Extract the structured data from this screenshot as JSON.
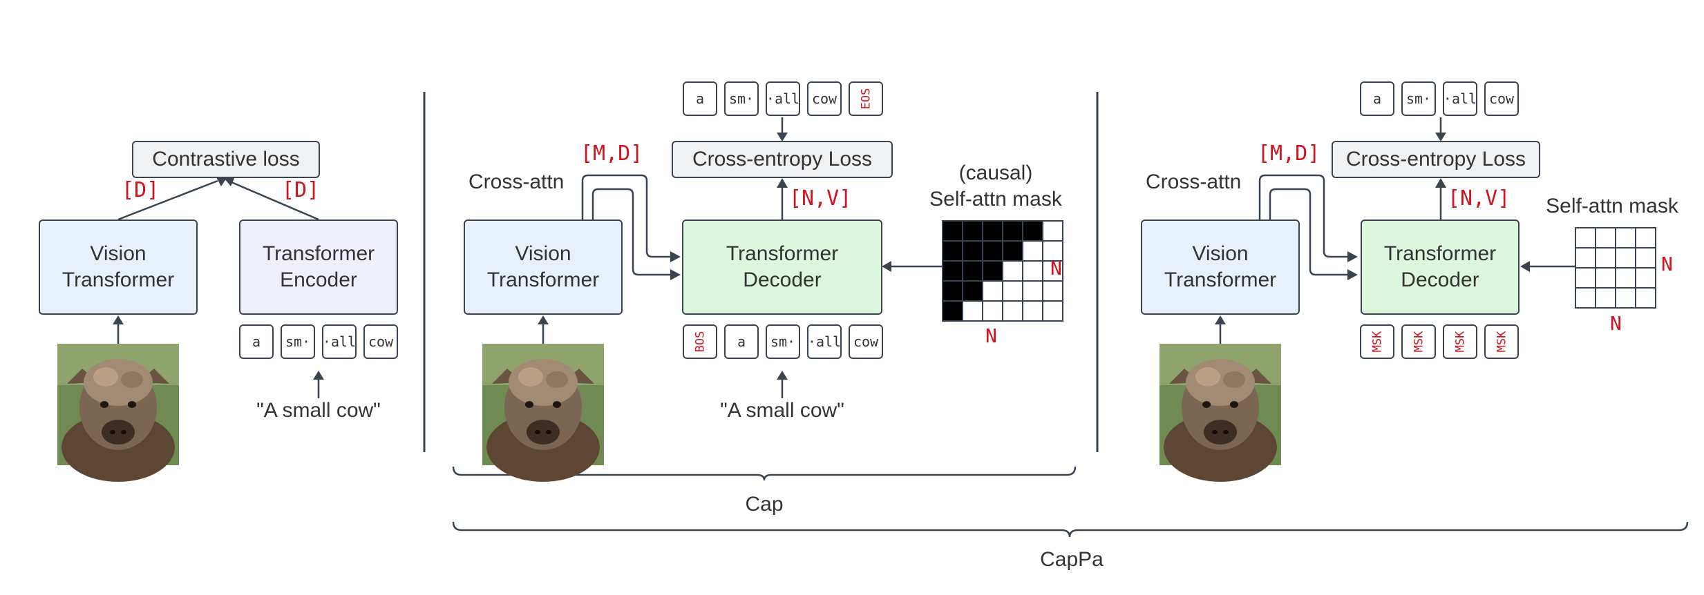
{
  "panel_contrastive": {
    "loss": "Contrastive loss",
    "vision": [
      "Vision",
      "Transformer"
    ],
    "encoder": [
      "Transformer",
      "Encoder"
    ],
    "dim_left": "[D]",
    "dim_right": "[D]",
    "tokens": [
      "a",
      "sm·",
      "·all",
      "cow"
    ],
    "caption": "\"A small cow\""
  },
  "panel_cap": {
    "loss": "Cross-entropy Loss",
    "vision": [
      "Vision",
      "Transformer"
    ],
    "decoder": [
      "Transformer",
      "Decoder"
    ],
    "cross_attn": "Cross-attn",
    "dim_md": "[M,D]",
    "dim_nv": "[N,V]",
    "mask_title": [
      "(causal)",
      "Self-attn mask"
    ],
    "mask_n_right": "N",
    "mask_n_bottom": "N",
    "target_tokens": [
      "a",
      "sm·",
      "·all",
      "cow"
    ],
    "target_eos": "EOS",
    "input_bos": "BOS",
    "input_tokens": [
      "a",
      "sm·",
      "·all",
      "cow"
    ],
    "caption": "\"A small cow\"",
    "brace_label": "Cap"
  },
  "panel_cappa": {
    "loss": "Cross-entropy Loss",
    "vision": [
      "Vision",
      "Transformer"
    ],
    "decoder": [
      "Transformer",
      "Decoder"
    ],
    "cross_attn": "Cross-attn",
    "dim_md": "[M,D]",
    "dim_nv": "[N,V]",
    "mask_title": "Self-attn mask",
    "mask_n_right": "N",
    "mask_n_bottom": "N",
    "target_tokens": [
      "a",
      "sm·",
      "·all",
      "cow"
    ],
    "input_tokens": [
      "MSK",
      "MSK",
      "MSK",
      "MSK"
    ],
    "brace_label": "CapPa"
  },
  "colors": {
    "accent_red": "#d0141f",
    "vision_fill": "#e8f1fb",
    "encoder_fill": "#efeefb",
    "decoder_fill": "#dcf7dd",
    "loss_fill": "#f0f1f3",
    "stroke": "#3a4450"
  },
  "icons": [
    "cow-photo",
    "causal-mask-grid",
    "full-mask-grid"
  ]
}
